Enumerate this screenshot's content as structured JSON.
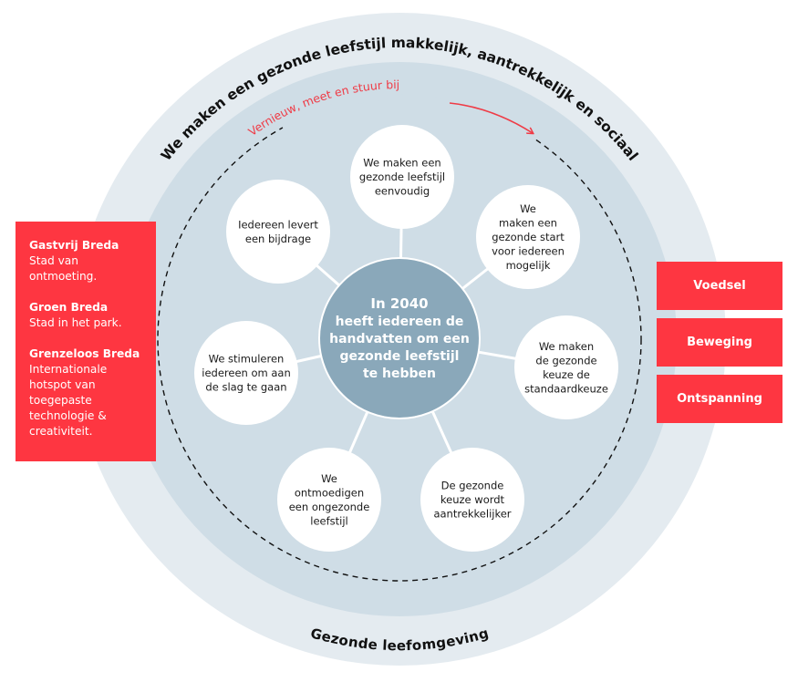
{
  "outer_ring": {
    "title": "We maken een gezonde leefstijl makkelijk, aantrekkelijk en sociaal",
    "bottom_label": "Gezonde leefomgeving"
  },
  "cycle": {
    "label": "Vernieuw, meet en stuur bij"
  },
  "center": {
    "lines": [
      "In 2040",
      "heeft iedereen de",
      "handvatten om een",
      "gezonde leefstijl",
      "te hebben"
    ]
  },
  "nodes": [
    {
      "id": "eenvoudig",
      "lines": [
        "We maken een",
        "gezonde leefstijl",
        "eenvoudig"
      ]
    },
    {
      "id": "gezonde-start",
      "lines": [
        "We",
        "maken een",
        "gezonde start",
        "voor iedereen",
        "mogelijk"
      ]
    },
    {
      "id": "standaardkeuze",
      "lines": [
        "We maken",
        "de gezonde",
        "keuze de",
        "standaardkeuze"
      ]
    },
    {
      "id": "aantrekkelijker",
      "lines": [
        "De gezonde",
        "keuze wordt",
        "aantrekkelijker"
      ]
    },
    {
      "id": "ontmoedigen",
      "lines": [
        "We",
        "ontmoedigen",
        "een ongezonde",
        "leefstijl"
      ]
    },
    {
      "id": "stimuleren",
      "lines": [
        "We stimuleren",
        "iedereen om aan",
        "de slag te gaan"
      ]
    },
    {
      "id": "bijdrage",
      "lines": [
        "Iedereen levert",
        "een bijdrage"
      ]
    }
  ],
  "left_panel": {
    "blocks": [
      {
        "title": "Gastvrij Breda",
        "lines": [
          "Stad van",
          "ontmoeting."
        ]
      },
      {
        "title": "Groen Breda",
        "lines": [
          "Stad in het park."
        ]
      },
      {
        "title": "Grenzeloos Breda",
        "lines": [
          "Internationale",
          "hotspot van",
          "toegepaste",
          "technologie &",
          "creativiteit."
        ]
      }
    ]
  },
  "pillars": [
    "Voedsel",
    "Beweging",
    "Ontspanning"
  ],
  "colors": {
    "outer_ring": "#e4ebf0",
    "inner_disc": "#cfdde6",
    "center_disc": "#8aa8ba",
    "accent_red": "#fe3641",
    "cycle_red": "#ef3b46",
    "node_fill": "#ffffff"
  }
}
